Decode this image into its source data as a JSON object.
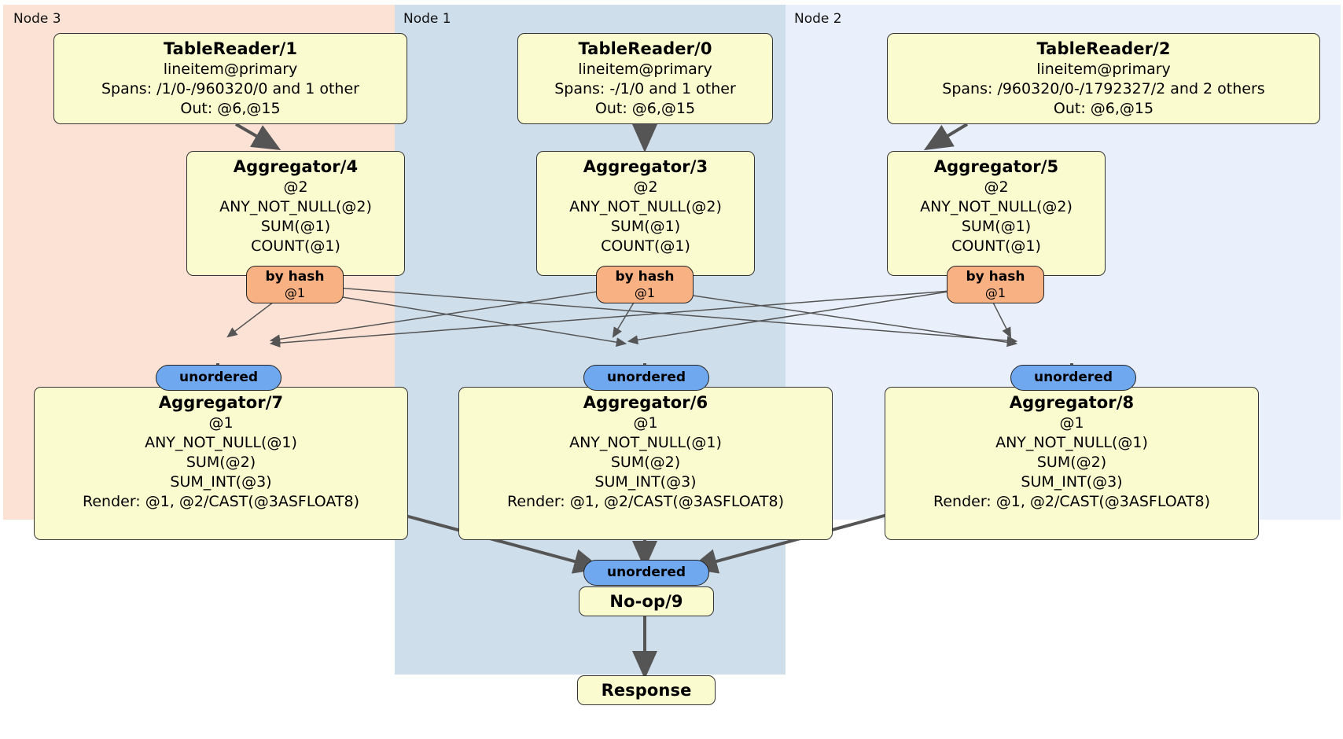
{
  "diagram": {
    "type": "distsql-physical-plan",
    "colors": {
      "node3_bg": "#fbe2d5",
      "node1_bg": "#cfdeeb",
      "node2_bg": "#eaf0fb",
      "processor_bg": "#fbfbd0",
      "processor_border": "#333333",
      "hash_router_bg": "#f7b183",
      "unordered_synchronizer_bg": "#6fa8ee",
      "edge": "#555555"
    }
  },
  "nodes": [
    {
      "label": "Node 3"
    },
    {
      "label": "Node 1"
    },
    {
      "label": "Node 2"
    }
  ],
  "processors": {
    "table_reader_1": {
      "title": "TableReader/1",
      "rows": [
        "lineitem@primary",
        "Spans: /1/0-/960320/0 and 1 other",
        "Out: @6,@15"
      ]
    },
    "table_reader_0": {
      "title": "TableReader/0",
      "rows": [
        "lineitem@primary",
        "Spans: -/1/0 and 1 other",
        "Out: @6,@15"
      ]
    },
    "table_reader_2": {
      "title": "TableReader/2",
      "rows": [
        "lineitem@primary",
        "Spans: /960320/0-/1792327/2 and 2 others",
        "Out: @6,@15"
      ]
    },
    "aggregator_4": {
      "title": "Aggregator/4",
      "rows": [
        "@2",
        "ANY_NOT_NULL(@2)",
        "SUM(@1)",
        "COUNT(@1)"
      ]
    },
    "aggregator_3": {
      "title": "Aggregator/3",
      "rows": [
        "@2",
        "ANY_NOT_NULL(@2)",
        "SUM(@1)",
        "COUNT(@1)"
      ]
    },
    "aggregator_5": {
      "title": "Aggregator/5",
      "rows": [
        "@2",
        "ANY_NOT_NULL(@2)",
        "SUM(@1)",
        "COUNT(@1)"
      ]
    },
    "aggregator_7": {
      "title": "Aggregator/7",
      "rows": [
        "@1",
        "ANY_NOT_NULL(@1)",
        "SUM(@2)",
        "SUM_INT(@3)",
        "Render: @1, @2/CAST(@3ASFLOAT8)"
      ]
    },
    "aggregator_6": {
      "title": "Aggregator/6",
      "rows": [
        "@1",
        "ANY_NOT_NULL(@1)",
        "SUM(@2)",
        "SUM_INT(@3)",
        "Render: @1, @2/CAST(@3ASFLOAT8)"
      ]
    },
    "aggregator_8": {
      "title": "Aggregator/8",
      "rows": [
        "@1",
        "ANY_NOT_NULL(@1)",
        "SUM(@2)",
        "SUM_INT(@3)",
        "Render: @1, @2/CAST(@3ASFLOAT8)"
      ]
    },
    "noop_9": {
      "title": "No-op/9",
      "rows": []
    },
    "response": {
      "title": "Response",
      "rows": []
    }
  },
  "routers": {
    "hash_left": {
      "line1": "by hash",
      "line2": "@1"
    },
    "hash_center": {
      "line1": "by hash",
      "line2": "@1"
    },
    "hash_right": {
      "line1": "by hash",
      "line2": "@1"
    }
  },
  "synchronizers": {
    "sync_left": {
      "label": "unordered"
    },
    "sync_center": {
      "label": "unordered"
    },
    "sync_right": {
      "label": "unordered"
    },
    "sync_final": {
      "label": "unordered"
    }
  }
}
